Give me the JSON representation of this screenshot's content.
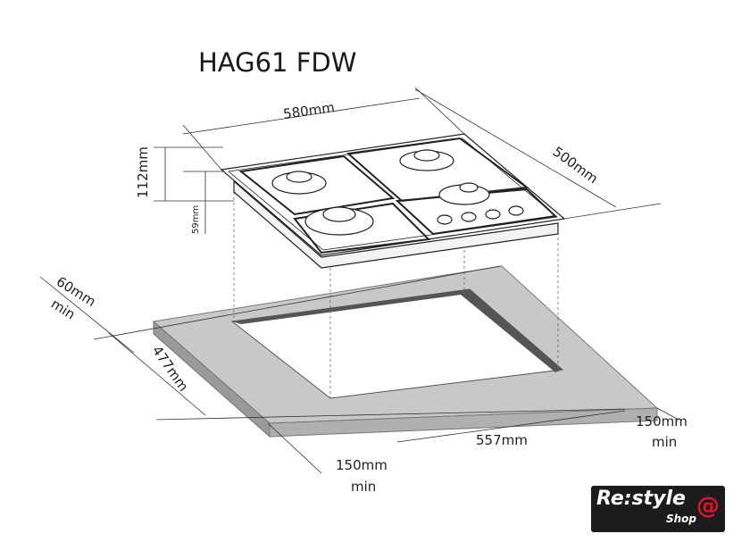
{
  "title": "HAG61 FDW",
  "dimensions": {
    "width": "580mm",
    "depth": "500mm",
    "height_total": "112mm",
    "height_below": "59mm",
    "back_clearance": "60mm",
    "back_clearance_min": "min",
    "cutout_depth": "477mm",
    "cutout_width": "557mm",
    "side_right": "150mm",
    "side_right_min": "min",
    "side_left": "150mm",
    "side_left_min": "min"
  },
  "logo": {
    "brand": "Re:style",
    "sub": "Shop",
    "symbol": "@"
  },
  "colors": {
    "countertop": "#c8c8c8",
    "countertop_edge": "#8f8f8f",
    "logo_bg": "#1c1c1c",
    "logo_accent": "#e0142c"
  }
}
